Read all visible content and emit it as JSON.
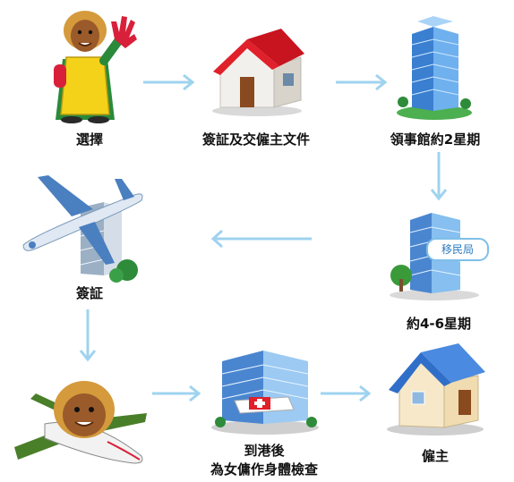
{
  "steps": {
    "select": "選擇",
    "visa_docs": "簽証及交僱主文件",
    "consulate": "領事館約2星期",
    "immigration_wait": "約4-6星期",
    "immigration_sign": "移民局",
    "visa": "簽証",
    "arrive_line1": "到港後",
    "arrive_line2": "為女傭作身體檢查",
    "employer": "僱主"
  },
  "icons": {
    "select": "maid-waving-icon",
    "visa_docs": "house-icon",
    "consulate": "office-tower-icon",
    "immigration": "immigration-building-icon",
    "visa": "airplane-building-icon",
    "flight": "maid-airplane-icon",
    "arrive": "hospital-icon",
    "employer": "blue-roof-house-icon"
  },
  "colors": {
    "arrow": "#9fd3ef",
    "roof_red": "#e0202a",
    "roof_blue": "#2f6fc9"
  }
}
